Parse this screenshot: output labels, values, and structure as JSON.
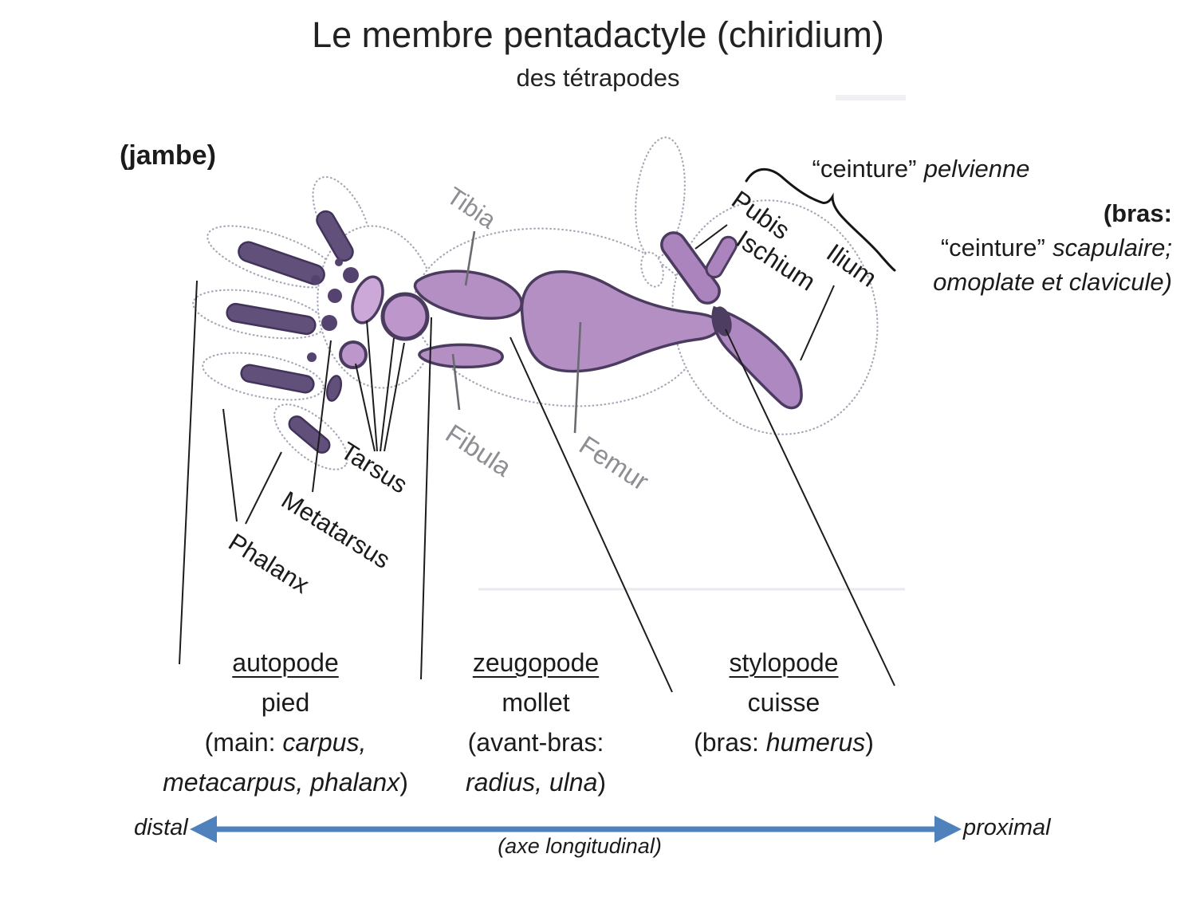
{
  "title": "Le membre pentadactyle (chiridium)",
  "subtitle": "des tétrapodes",
  "side_label": "(jambe)",
  "pelvic_girdle": {
    "quoted": "“ceinture”",
    "italic": "pelvienne"
  },
  "scapular_note": {
    "line1": "(bras:",
    "line2_quoted": "“ceinture”",
    "line2_italic": "scapulaire;",
    "line3_italic": "omoplate et clavicule)"
  },
  "bones": {
    "tibia": "Tibia",
    "fibula": "Fibula",
    "femur": "Femur",
    "tarsus": "Tarsus",
    "metatarsus": "Metatarsus",
    "phalanx": "Phalanx",
    "pubis": "Pubis",
    "ischium": "Ischium",
    "ilium": "Ilium"
  },
  "segments": [
    {
      "header": "autopode",
      "common": "pied",
      "l1a": "(main: ",
      "l1b": "carpus,",
      "l1c": "",
      "l2a": "metacarpus, phalanx",
      "l2b": ")"
    },
    {
      "header": "zeugopode",
      "common": "mollet",
      "l1a": "(avant-bras:",
      "l1b": "",
      "l1c": "",
      "l2a": "radius, ulna",
      "l2b": ")"
    },
    {
      "header": "stylopode",
      "common": "cuisse",
      "l1a": "(bras: ",
      "l1b": "humerus",
      "l1c": ")",
      "l2a": "",
      "l2b": ""
    }
  ],
  "axis": {
    "left": "distal",
    "right": "proximal",
    "label": "(axe longitudinal)",
    "arrow_color": "#4f81bd"
  },
  "palette": {
    "bone_fill": "#b48fc4",
    "bone_outline": "#4b3b5f",
    "digit_fill": "#60507a",
    "gray_label": "#8d8d93",
    "arrow_blue": "#4f81bd"
  }
}
